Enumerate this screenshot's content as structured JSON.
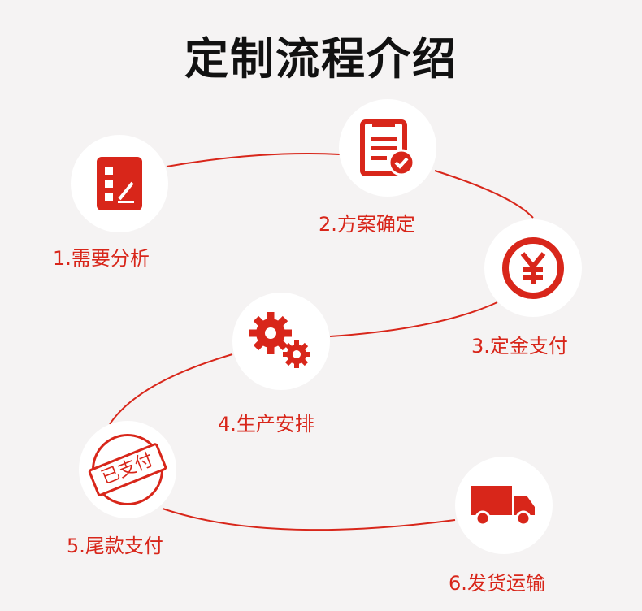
{
  "title": "定制流程介绍",
  "accent": "#d8261a",
  "steps": [
    {
      "label": "1.需要分析",
      "icon": "checklist-icon"
    },
    {
      "label": "2.方案确定",
      "icon": "clipboard-check-icon"
    },
    {
      "label": "3.定金支付",
      "icon": "yen-icon"
    },
    {
      "label": "4.生产安排",
      "icon": "gears-icon"
    },
    {
      "label": "5.尾款支付",
      "icon": "paid-stamp-icon",
      "stamp_text": "已支付"
    },
    {
      "label": "6.发货运输",
      "icon": "truck-icon"
    }
  ]
}
